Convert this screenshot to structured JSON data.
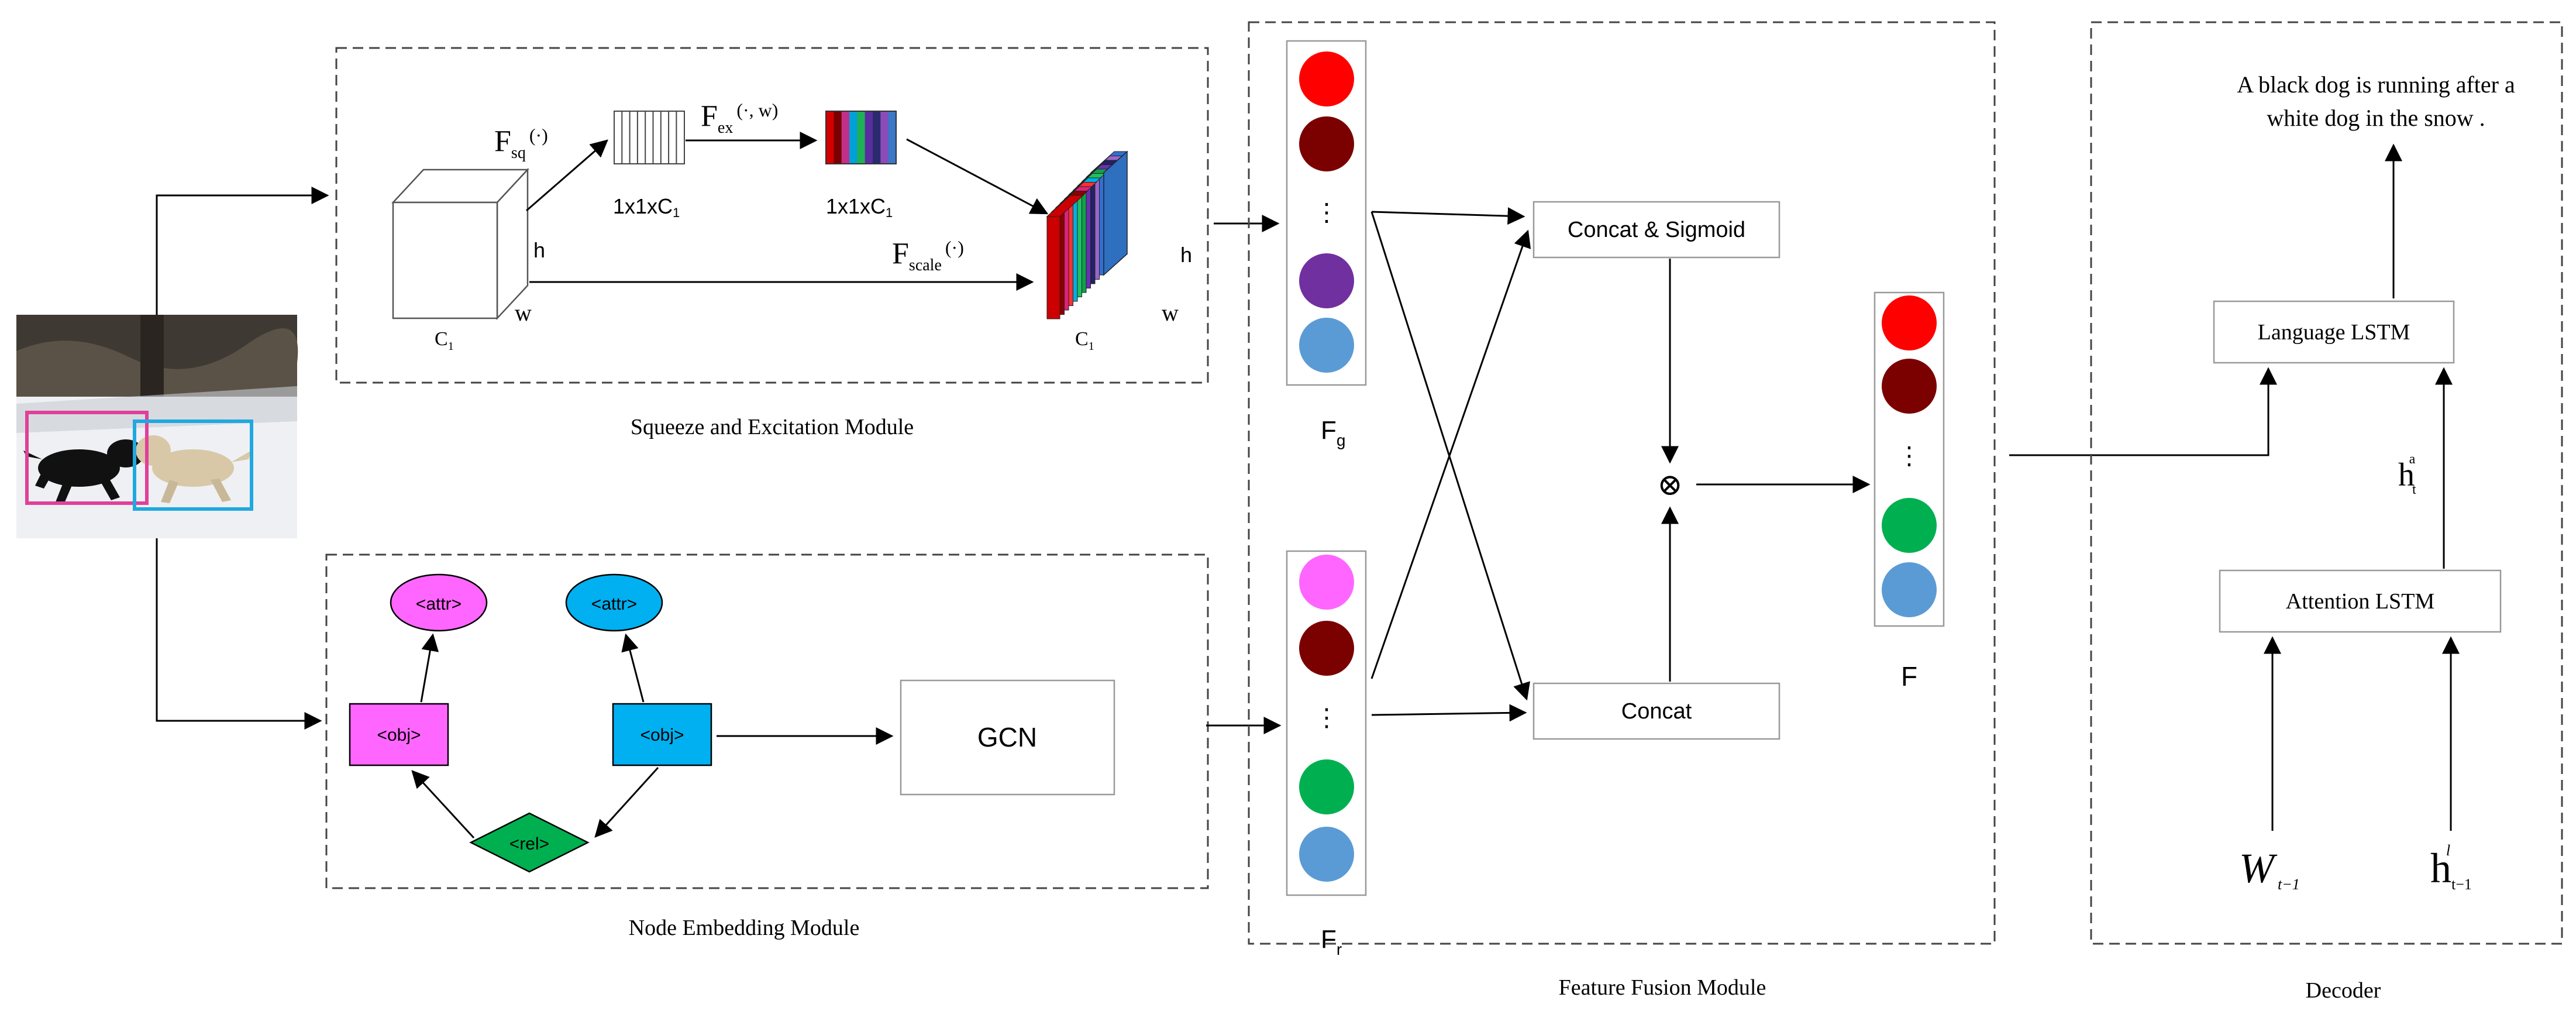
{
  "modules": {
    "se": "Squeeze and Excitation Module",
    "node": "Node Embedding Module",
    "fusion": "Feature Fusion Module",
    "decoder": "Decoder"
  },
  "se": {
    "f_sq": "F",
    "f_sq_sub": "sq",
    "f_sq_arg": "(·)",
    "f_ex": "F",
    "f_ex_sub": "ex",
    "f_ex_arg": "(·,  w)",
    "f_scale": "F",
    "f_scale_sub": "scale",
    "f_scale_arg": "(·)",
    "squeeze_dim": "1x1xC",
    "squeeze_dim_sub": "1",
    "excite_dim": "1x1xC",
    "excite_dim_sub": "1",
    "in_h": "h",
    "in_w": "w",
    "in_c": "C",
    "in_c_sub": "1",
    "out_h": "h",
    "out_w": "w",
    "out_c": "C",
    "out_c_sub": "1",
    "strip_colors": [
      "#d40000",
      "#7a0000",
      "#c0308a",
      "#00a0d8",
      "#1fb057",
      "#5a2ca0",
      "#2a2a6e",
      "#8a4cb8",
      "#3a78c8"
    ],
    "cube_colors": [
      "#cc0000",
      "#8b0000",
      "#e0207a",
      "#ff3030",
      "#00b0e0",
      "#20c060",
      "#10a050",
      "#6a30b0",
      "#222266",
      "#9966cc",
      "#3070d0"
    ]
  },
  "graph": {
    "attr_left": "<attr>",
    "attr_right": "<attr>",
    "obj_left": "<obj>",
    "obj_right": "<obj>",
    "rel": "<rel>",
    "gcn": "GCN"
  },
  "fusion": {
    "fg_label": "F",
    "fg_sub": "g",
    "fr_label": "F",
    "fr_sub": "r",
    "f_label": "F",
    "concat_sigmoid": "Concat & Sigmoid",
    "concat": "Concat",
    "otimes": "⊗",
    "dots": "⋮",
    "fg_colors": [
      "#ff0000",
      "#7b0000",
      "#7030a0",
      "#5b9bd5"
    ],
    "fr_colors": [
      "#ff66ff",
      "#7b0000",
      "#00b050",
      "#5b9bd5"
    ],
    "f_colors": [
      "#ff0000",
      "#7b0000",
      "#00b050",
      "#5b9bd5"
    ]
  },
  "decoder": {
    "caption_line1": "A black dog is running after a",
    "caption_line2": "white dog in the snow .",
    "language_lstm": "Language LSTM",
    "attention_lstm": "Attention LSTM",
    "hta": "h",
    "hta_sub": "t",
    "hta_sup": "a",
    "w_label": "W",
    "w_sub": "t−1",
    "h_label": "h",
    "h_sub": "t−1",
    "h_sup": "l"
  },
  "colors": {
    "attr_left": "#ff66ff",
    "obj_left": "#ff66ff",
    "attr_right": "#00b0f0",
    "obj_right": "#00b0f0",
    "rel": "#00b050",
    "box_left_frame": "#e0409a",
    "box_right_frame": "#20a8e0"
  }
}
